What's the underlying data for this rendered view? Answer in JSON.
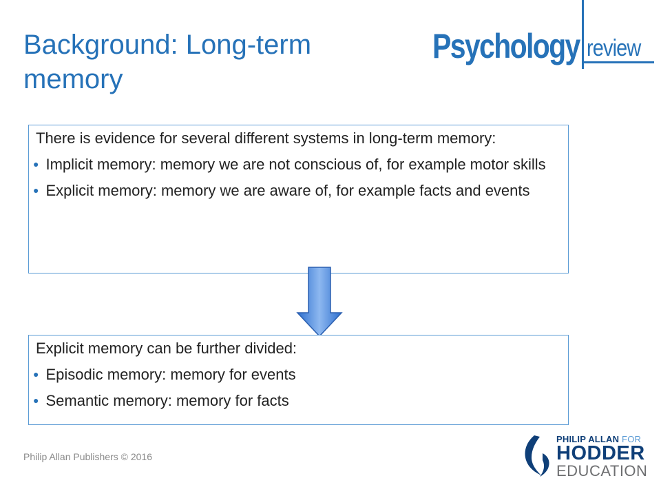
{
  "title": "Background: Long-term memory",
  "logo": {
    "psychology": "Psychology",
    "review": "review"
  },
  "box1": {
    "intro": "There is evidence for several different systems in long-term memory:",
    "bullets": [
      "Implicit memory: memory we are not conscious of, for example motor skills",
      "Explicit memory: memory we are aware of, for example facts and events"
    ]
  },
  "box2": {
    "intro": "Explicit memory can be further divided:",
    "bullets": [
      "Episodic memory: memory for events",
      "Semantic memory: memory for facts"
    ]
  },
  "bullet_glyph": "●",
  "footer": "Philip Allan Publishers © 2016",
  "publisher": {
    "line1": "PHILIP ALLAN",
    "line1_for": " FOR",
    "line2": "HODDER",
    "line3": "EDUCATION"
  },
  "colors": {
    "accent": "#2672b8",
    "box_border": "#5b9bd5",
    "arrow": "#3f7fd6"
  }
}
